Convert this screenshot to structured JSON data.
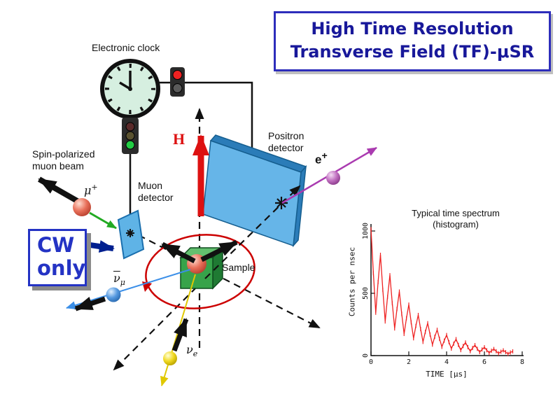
{
  "slide": {
    "title": {
      "line1": "High Time Resolution",
      "line2": "Transverse Field (TF)-μSR"
    }
  },
  "diagram": {
    "electronic_clock": "Electronic clock",
    "spin_polarized": {
      "line1": "Spin-polarized",
      "line2": "muon beam"
    },
    "muon_detector": {
      "line1": "Muon",
      "line2": "detector"
    },
    "positron_detector": {
      "line1": "Positron",
      "line2": "detector"
    },
    "sample": "Sample",
    "cw_box": {
      "line1": "CW",
      "line2": "only"
    },
    "field_label": "H",
    "particles": {
      "muon": {
        "base": "μ",
        "sup": "+"
      },
      "positron": {
        "base": "e",
        "sup": "+"
      },
      "muon_antineutrino": {
        "base": "ν",
        "sub": "μ"
      },
      "electron_neutrino": {
        "base": "ν",
        "sub": "e"
      }
    }
  },
  "colors": {
    "accent_blue": "#2d2dbb",
    "title_text": "#18189a",
    "field_red": "#dd1111",
    "beam_green": "#22aa22",
    "positron_purple": "#aa3bb0",
    "neutrino_yellow": "#e0c800",
    "antineutrino_blue": "#3b8fe8",
    "detector_blue": "#66b5e8",
    "sample_green": "#37a34a",
    "spectrum_red": "#ee2222"
  },
  "chart_data": {
    "type": "line",
    "title": {
      "line1": "Typical time spectrum",
      "line2": "(histogram)"
    },
    "xlabel": "TIME [μs]",
    "ylabel": "Counts per nsec",
    "xlim": [
      0,
      8
    ],
    "ylim": [
      0,
      1100
    ],
    "xticks": [
      0,
      2,
      4,
      6,
      8
    ],
    "yticks": [
      0,
      500,
      1000
    ],
    "x_start": 0,
    "x_step": 0.125,
    "counts": [
      1015,
      661,
      344,
      590,
      809,
      527,
      274,
      470,
      645,
      420,
      218,
      375,
      514,
      335,
      174,
      299,
      409,
      267,
      139,
      238,
      326,
      213,
      110,
      190,
      260,
      169,
      88,
      151,
      207,
      135,
      70,
      120,
      165,
      108,
      56,
      96,
      132,
      86,
      44,
      77,
      105,
      68,
      35,
      61,
      84,
      54,
      28,
      49,
      67,
      43,
      22,
      39,
      53,
      35,
      18,
      31,
      42,
      28,
      14,
      25,
      34
    ],
    "color": "#ee2222"
  }
}
